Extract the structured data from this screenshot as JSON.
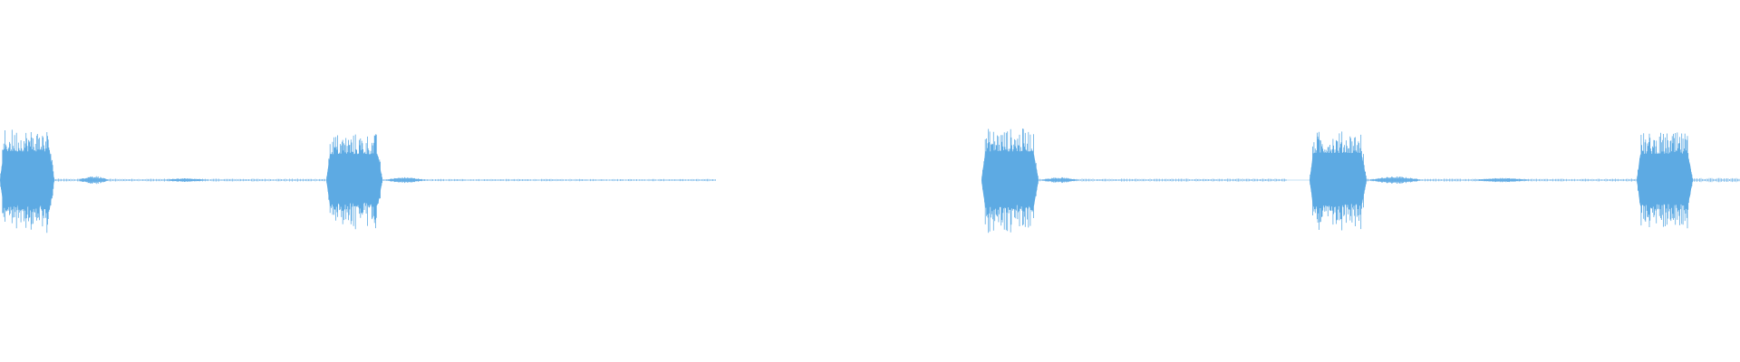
{
  "waveform": {
    "color": "#5DAAE3",
    "background": "#FFFFFF",
    "duration_units": 1920,
    "amplitude_range": [
      -1,
      1
    ],
    "bursts": [
      {
        "start": 0,
        "end": 60,
        "amplitude": 0.72
      },
      {
        "start": 360,
        "end": 422,
        "amplitude": 0.65
      },
      {
        "start": 1083,
        "end": 1146,
        "amplitude": 0.72
      },
      {
        "start": 1445,
        "end": 1508,
        "amplitude": 0.68
      },
      {
        "start": 1806,
        "end": 1868,
        "amplitude": 0.66
      }
    ],
    "noise_segments": [
      {
        "start": 60,
        "end": 360,
        "amplitude": 0.02
      },
      {
        "start": 422,
        "end": 790,
        "amplitude": 0.015
      },
      {
        "start": 1146,
        "end": 1420,
        "amplitude": 0.02
      },
      {
        "start": 1508,
        "end": 1806,
        "amplitude": 0.02
      },
      {
        "start": 1868,
        "end": 1920,
        "amplitude": 0.03
      }
    ],
    "tail_swells": [
      {
        "start": 86,
        "end": 120,
        "amplitude": 0.06
      },
      {
        "start": 180,
        "end": 230,
        "amplitude": 0.025
      },
      {
        "start": 424,
        "end": 470,
        "amplitude": 0.04
      },
      {
        "start": 1148,
        "end": 1190,
        "amplitude": 0.04
      },
      {
        "start": 1510,
        "end": 1570,
        "amplitude": 0.05
      },
      {
        "start": 1625,
        "end": 1690,
        "amplitude": 0.03
      }
    ]
  }
}
